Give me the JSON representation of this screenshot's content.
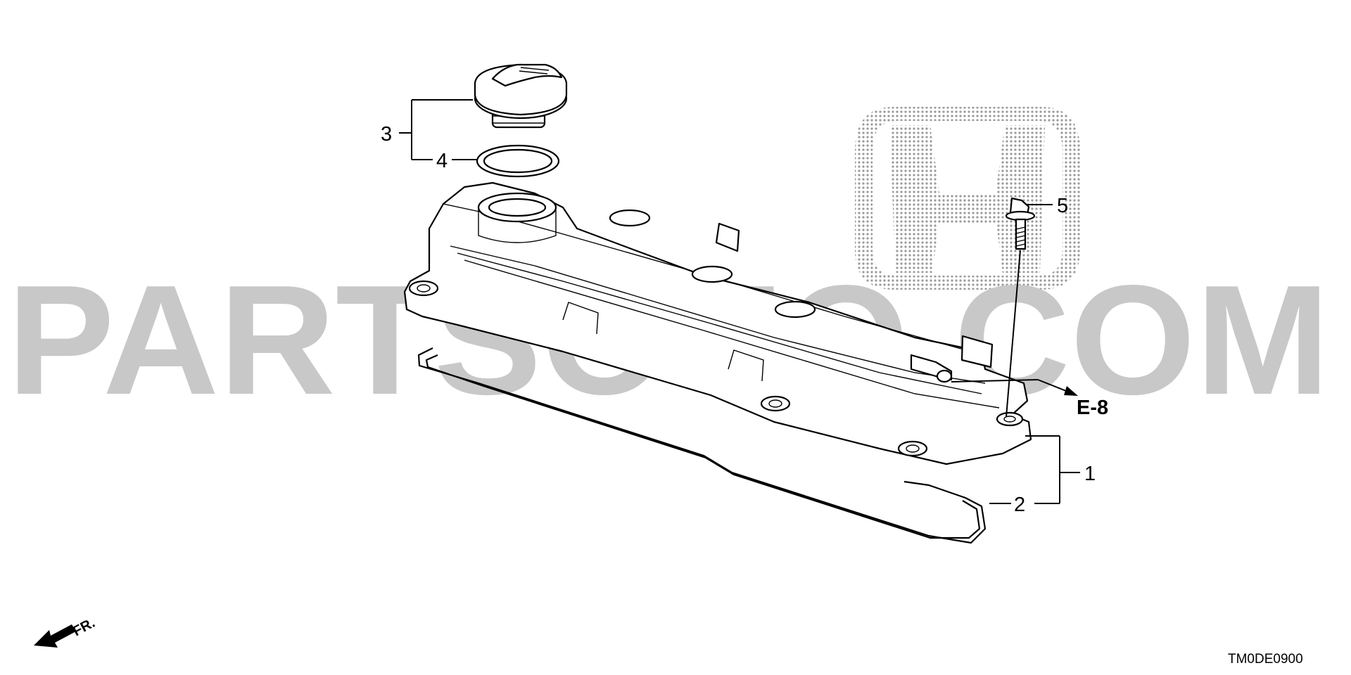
{
  "watermark": {
    "text": "PARTSOUQ.COM",
    "logo": "honda-h-logo"
  },
  "callouts": {
    "c1": "1",
    "c2": "2",
    "c3": "3",
    "c4": "4",
    "c5": "5"
  },
  "reference": "E-8",
  "front_indicator": "FR.",
  "diagram_code": "TM0DE0900",
  "colors": {
    "watermark": "#c8c8c8",
    "line": "#000000",
    "background": "#ffffff"
  }
}
